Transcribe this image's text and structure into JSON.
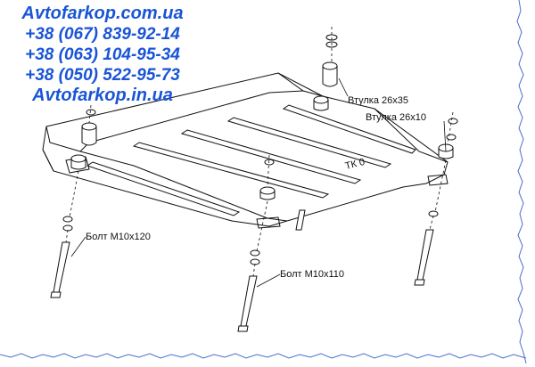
{
  "contacts": {
    "site1": "Avtofarkop.com.ua",
    "phone1": "+38 (067) 839-92-14",
    "phone2": "+38 (063) 104-95-34",
    "phone3": "+38 (050) 522-95-73",
    "site2": "Avtofarkop.in.ua"
  },
  "labels": {
    "bushing_large": "Втулка 26x35",
    "bushing_small": "Втулка 26x10",
    "bolt_long": "Болт M10x120",
    "bolt_short": "Болт M10x110",
    "plate_mark": "ТК 0"
  },
  "colors": {
    "contact_text": "#1a55d6",
    "line": "#111111",
    "torn_edge": "#4a6fd0"
  }
}
